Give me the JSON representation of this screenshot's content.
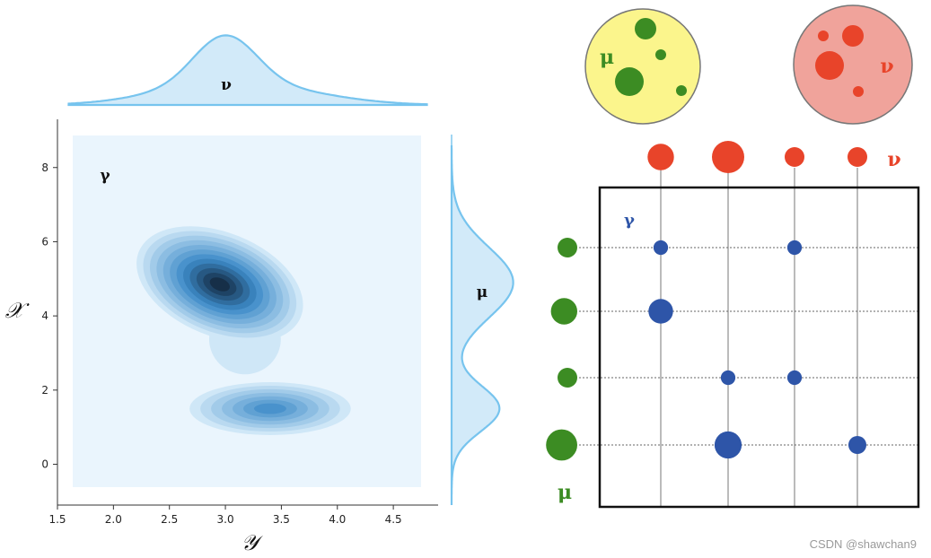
{
  "chart_data": [
    {
      "type": "heatmap",
      "subtype": "joint-kde",
      "xlabel": "𝒴",
      "ylabel": "𝒳",
      "xlim": [
        1.5,
        4.9
      ],
      "ylim": [
        -1.1,
        9.3
      ],
      "xticks": [
        "1.5",
        "2.0",
        "2.5",
        "3.0",
        "3.5",
        "4.0",
        "4.5"
      ],
      "yticks": [
        "0",
        "2",
        "4",
        "6",
        "8"
      ],
      "joint_label": "γ",
      "top_marginal_label": "ν",
      "right_marginal_label": "μ",
      "clusters": [
        {
          "center_x": 2.95,
          "center_y": 4.85,
          "peak_density": 1.0
        },
        {
          "center_x": 3.4,
          "center_y": 1.5,
          "peak_density": 0.58
        }
      ],
      "top_marginal_mode": 3.0,
      "right_marginal_modes": [
        4.9,
        1.5
      ],
      "colors": {
        "fill_light": "#cfe7f7",
        "fill_dark": "#0d1a2b",
        "marginal_line": "#77c4ee",
        "background": "#eaf5fd"
      }
    },
    {
      "type": "scatter",
      "subtype": "coupling-matrix",
      "plan_label": "γ",
      "row_label": "μ",
      "col_label": "ν",
      "nu_weights": [
        0.35,
        0.6,
        0.15,
        0.15
      ],
      "mu_weights": [
        0.15,
        0.35,
        0.15,
        0.55
      ],
      "plan": [
        {
          "row": 1,
          "col": 1,
          "mass": 0.08
        },
        {
          "row": 1,
          "col": 3,
          "mass": 0.08
        },
        {
          "row": 2,
          "col": 1,
          "mass": 0.35
        },
        {
          "row": 3,
          "col": 2,
          "mass": 0.08
        },
        {
          "row": 3,
          "col": 3,
          "mass": 0.08
        },
        {
          "row": 4,
          "col": 2,
          "mass": 0.45
        },
        {
          "row": 4,
          "col": 4,
          "mass": 0.15
        }
      ],
      "colors": {
        "mu": "#3c8c23",
        "nu": "#e8442a",
        "plan": "#2e55a8",
        "mu_disk": "#fbf58c",
        "nu_disk": "#f0a39b"
      }
    }
  ],
  "distributions": {
    "mu_disk_label": "μ",
    "nu_disk_label": "ν"
  },
  "watermark": "CSDN @shawchan9"
}
